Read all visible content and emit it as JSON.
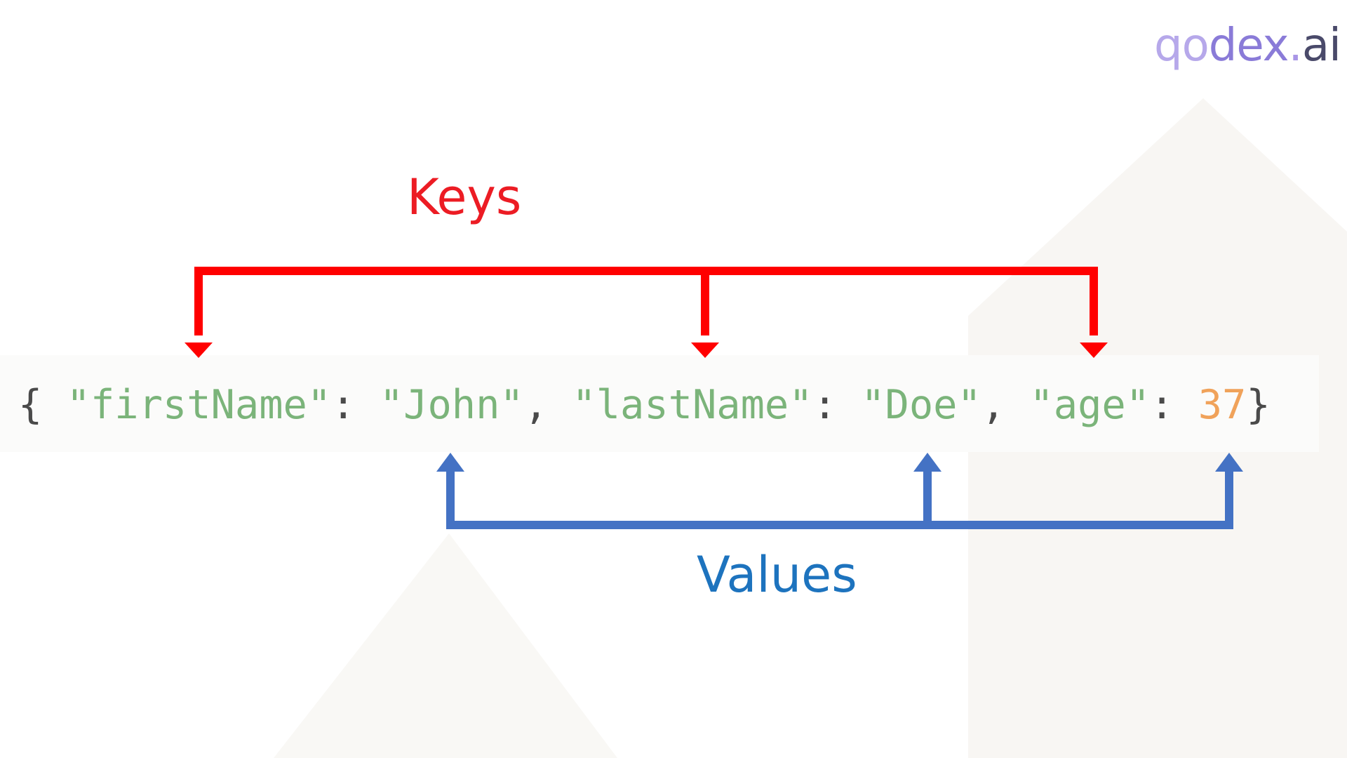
{
  "brand": {
    "part1": "qo",
    "part2": "dex",
    "dot": ".",
    "part3": "ai"
  },
  "labels": {
    "keys": "Keys",
    "values": "Values"
  },
  "code": {
    "open_brace": "{",
    "k1": "\"firstName\"",
    "colon1": ":",
    "v1": "\"John\"",
    "comma1": ",",
    "k2": "\"lastName\"",
    "colon2": ":",
    "v2": "\"Doe\"",
    "comma2": ",",
    "k3": "\"age\"",
    "colon3": ":",
    "v3": "37",
    "close_brace": "}"
  },
  "colors": {
    "keys_arrow": "#ff0000",
    "values_arrow": "#4472c4",
    "string_token": "#7bb47a",
    "number_token": "#f0a25a"
  }
}
